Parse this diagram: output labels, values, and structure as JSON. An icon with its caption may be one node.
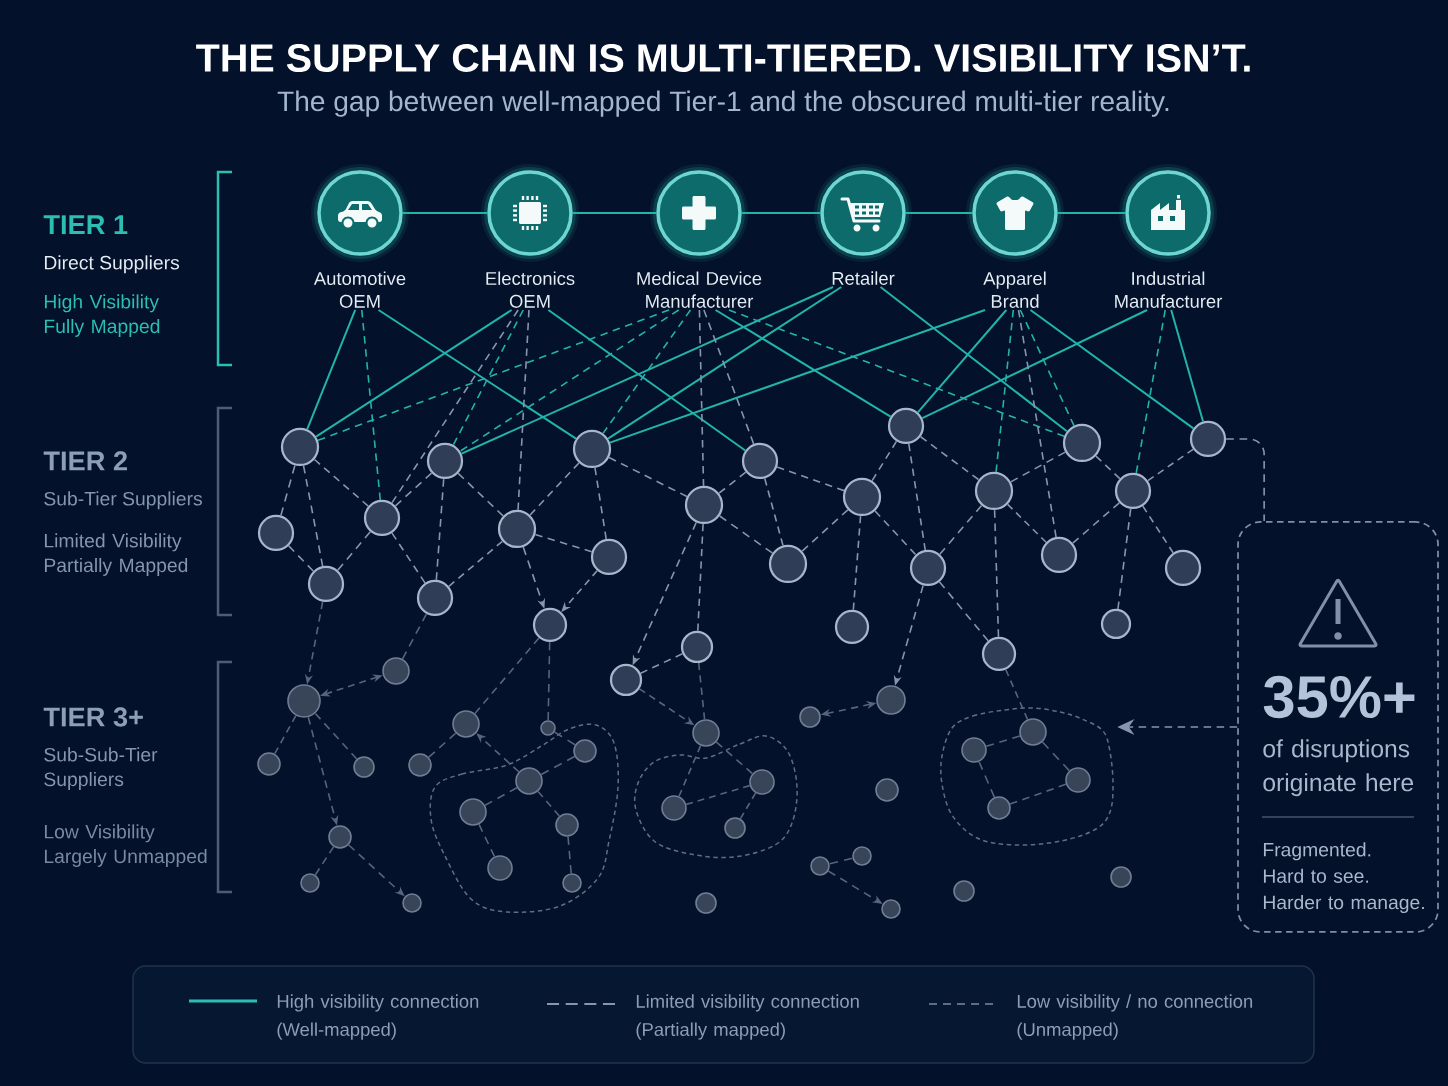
{
  "diagram": {
    "title": "THE SUPPLY CHAIN IS MULTI-TIERED. VISIBILITY ISN’T.",
    "nodes": [
      {
        "text": [
          "Automotive OEM"
        ]
      },
      {
        "text": [
          "Electronics OEM"
        ]
      },
      {
        "text": [
          "Medical Device Manufacturer"
        ]
      },
      {
        "text": [
          "Retailer"
        ]
      },
      {
        "text": [
          "Apparel Brand"
        ]
      },
      {
        "text": [
          "Industrial Manufacturer"
        ]
      },
      {
        "text": [
          "35%+",
          "of disruptions originate here",
          "Fragmented. Hard to see. Harder to manage."
        ]
      },
      {
        "text": [],
        "shape": "blob"
      },
      {
        "text": [],
        "shape": "blob"
      },
      {
        "text": [],
        "shape": "blob"
      },
      {
        "text": [],
        "shape": "circle"
      },
      {
        "text": [],
        "shape": "circle"
      },
      {
        "text": [],
        "shape": "circle"
      },
      {
        "text": [],
        "shape": "circle"
      },
      {
        "text": [],
        "shape": "circle"
      },
      {
        "text": [],
        "shape": "circle"
      },
      {
        "text": [],
        "shape": "circle"
      },
      {
        "text": [],
        "shape": "circle"
      },
      {
        "text": [],
        "shape": "circle"
      },
      {
        "text": [],
        "shape": "circle"
      },
      {
        "text": [],
        "shape": "circle"
      },
      {
        "text": [],
        "shape": "circle"
      },
      {
        "text": [],
        "shape": "circle"
      },
      {
        "text": [],
        "shape": "circle"
      },
      {
        "text": [],
        "shape": "circle"
      },
      {
        "text": [],
        "shape": "circle"
      },
      {
        "text": [],
        "shape": "circle"
      },
      {
        "text": [],
        "shape": "circle"
      },
      {
        "text": [],
        "shape": "circle"
      },
      {
        "text": [],
        "shape": "circle"
      },
      {
        "text": [],
        "shape": "circle"
      },
      {
        "text": [],
        "shape": "circle"
      },
      {
        "text": [],
        "shape": "circle"
      },
      {
        "text": [],
        "shape": "circle"
      },
      {
        "text": [],
        "shape": "circle"
      },
      {
        "text": [],
        "shape": "circle"
      },
      {
        "text": [],
        "shape": "circle"
      },
      {
        "text": [],
        "shape": "circle"
      },
      {
        "text": [],
        "shape": "circle"
      },
      {
        "text": [],
        "shape": "circle"
      },
      {
        "text": [],
        "shape": "circle"
      },
      {
        "text": [],
        "shape": "circle"
      },
      {
        "text": [],
        "shape": "circle"
      },
      {
        "text": [],
        "shape": "circle"
      },
      {
        "text": [],
        "shape": "circle"
      },
      {
        "text": [],
        "shape": "circle"
      },
      {
        "text": [],
        "shape": "circle"
      },
      {
        "text": [],
        "shape": "circle",
        "in": 7
      },
      {
        "text": [],
        "shape": "circle",
        "in": 7
      },
      {
        "text": [],
        "shape": "circle",
        "in": 7
      },
      {
        "text": [],
        "shape": "circle",
        "in": 7
      },
      {
        "text": [],
        "shape": "circle",
        "in": 7
      },
      {
        "text": [],
        "shape": "circle",
        "in": 7
      },
      {
        "text": [],
        "shape": "circle"
      },
      {
        "text": [],
        "shape": "circle",
        "in": 8
      },
      {
        "text": [],
        "shape": "circle",
        "in": 8
      },
      {
        "text": [],
        "shape": "circle",
        "in": 8
      },
      {
        "text": [],
        "shape": "circle"
      },
      {
        "text": [],
        "shape": "circle"
      },
      {
        "text": [],
        "shape": "circle"
      },
      {
        "text": [],
        "shape": "circle"
      },
      {
        "text": [],
        "shape": "circle"
      },
      {
        "text": [],
        "shape": "circle"
      },
      {
        "text": [],
        "shape": "circle"
      },
      {
        "text": [],
        "shape": "circle",
        "in": 9
      },
      {
        "text": [],
        "shape": "circle",
        "in": 9
      },
      {
        "text": [],
        "shape": "circle",
        "in": 9
      },
      {
        "text": [],
        "shape": "circle",
        "in": 9
      },
      {
        "text": [],
        "shape": "circle"
      },
      {
        "text": [],
        "shape": "circle"
      }
    ],
    "edges": [
      {
        "from": 0,
        "to": 1,
        "arrow": "none",
        "color": "#22b3aa"
      },
      {
        "from": 1,
        "to": 2,
        "arrow": "none",
        "color": "#22b3aa"
      },
      {
        "from": 2,
        "to": 3,
        "arrow": "none",
        "color": "#22b3aa"
      },
      {
        "from": 3,
        "to": 4,
        "arrow": "none",
        "color": "#22b3aa"
      },
      {
        "from": 4,
        "to": 5,
        "arrow": "none",
        "color": "#22b3aa"
      },
      {
        "from": 0,
        "to": 10,
        "arrow": "none",
        "color": "#22b3aa"
      },
      {
        "from": 0,
        "to": 12,
        "arrow": "none",
        "color": "#22b3aa"
      },
      {
        "from": 1,
        "to": 10,
        "arrow": "none",
        "color": "#22b3aa"
      },
      {
        "from": 1,
        "to": 13,
        "arrow": "none",
        "color": "#22b3aa"
      },
      {
        "from": 2,
        "to": 14,
        "arrow": "none",
        "color": "#22b3aa"
      },
      {
        "from": 3,
        "to": 11,
        "arrow": "none",
        "color": "#22b3aa"
      },
      {
        "from": 3,
        "to": 12,
        "arrow": "none",
        "color": "#22b3aa"
      },
      {
        "from": 3,
        "to": 15,
        "arrow": "none",
        "color": "#22b3aa"
      },
      {
        "from": 4,
        "to": 12,
        "arrow": "none",
        "color": "#22b3aa"
      },
      {
        "from": 4,
        "to": 14,
        "arrow": "none",
        "color": "#22b3aa"
      },
      {
        "from": 4,
        "to": 16,
        "arrow": "none",
        "color": "#22b3aa"
      },
      {
        "from": 5,
        "to": 14,
        "arrow": "none",
        "color": "#22b3aa"
      },
      {
        "from": 5,
        "to": 16,
        "arrow": "none",
        "color": "#22b3aa"
      },
      {
        "from": 0,
        "to": 18,
        "arrow": "none",
        "style": "dashed",
        "color": "#22b3aa"
      },
      {
        "from": 1,
        "to": 11,
        "arrow": "none",
        "style": "dashed",
        "color": "#22b3aa"
      },
      {
        "from": 2,
        "to": 10,
        "arrow": "none",
        "style": "dashed",
        "color": "#22b3aa"
      },
      {
        "from": 2,
        "to": 11,
        "arrow": "none",
        "style": "dashed",
        "color": "#22b3aa"
      },
      {
        "from": 2,
        "to": 12,
        "arrow": "none",
        "style": "dashed",
        "color": "#22b3aa"
      },
      {
        "from": 2,
        "to": 15,
        "arrow": "none",
        "style": "dashed",
        "color": "#22b3aa"
      },
      {
        "from": 4,
        "to": 15,
        "arrow": "none",
        "style": "dashed",
        "color": "#22b3aa"
      },
      {
        "from": 4,
        "to": 22,
        "arrow": "none",
        "style": "dashed",
        "color": "#22b3aa"
      },
      {
        "from": 5,
        "to": 23,
        "arrow": "none",
        "style": "dashed",
        "color": "#22b3aa"
      },
      {
        "from": 1,
        "to": 19,
        "arrow": "none",
        "style": "dashed"
      },
      {
        "from": 1,
        "to": 18,
        "arrow": "none",
        "style": "dashed"
      },
      {
        "from": 2,
        "to": 20,
        "arrow": "none",
        "style": "dashed"
      },
      {
        "from": 2,
        "to": 13,
        "arrow": "none",
        "style": "dashed"
      },
      {
        "from": 4,
        "to": 29,
        "arrow": "none",
        "style": "dashed"
      },
      {
        "from": 10,
        "to": 17,
        "arrow": "none",
        "style": "dashed"
      },
      {
        "from": 10,
        "to": 24,
        "arrow": "none",
        "style": "dashed"
      },
      {
        "from": 10,
        "to": 18,
        "arrow": "none",
        "style": "dashed"
      },
      {
        "from": 17,
        "to": 24,
        "arrow": "none",
        "style": "dashed"
      },
      {
        "from": 18,
        "to": 24,
        "arrow": "none",
        "style": "dashed"
      },
      {
        "from": 18,
        "to": 11,
        "arrow": "none",
        "style": "dashed"
      },
      {
        "from": 11,
        "to": 25,
        "arrow": "none",
        "style": "dashed"
      },
      {
        "from": 18,
        "to": 25,
        "arrow": "none",
        "style": "dashed"
      },
      {
        "from": 11,
        "to": 19,
        "arrow": "none",
        "style": "dashed"
      },
      {
        "from": 19,
        "to": 25,
        "arrow": "none",
        "style": "dashed"
      },
      {
        "from": 19,
        "to": 12,
        "arrow": "none",
        "style": "dashed"
      },
      {
        "from": 19,
        "to": 26,
        "arrow": "none",
        "style": "dashed"
      },
      {
        "from": 12,
        "to": 26,
        "arrow": "none",
        "style": "dashed"
      },
      {
        "from": 12,
        "to": 20,
        "arrow": "none",
        "style": "dashed"
      },
      {
        "from": 19,
        "to": 31,
        "arrow": "to",
        "style": "dashed"
      },
      {
        "from": 26,
        "to": 31,
        "arrow": "to",
        "style": "dashed"
      },
      {
        "from": 20,
        "to": 36,
        "arrow": "to",
        "style": "dashed"
      },
      {
        "from": 20,
        "to": 33,
        "arrow": "none",
        "style": "dashed"
      },
      {
        "from": 33,
        "to": 36,
        "arrow": "none",
        "style": "dashed"
      },
      {
        "from": 13,
        "to": 20,
        "arrow": "none",
        "style": "dashed"
      },
      {
        "from": 13,
        "to": 27,
        "arrow": "none",
        "style": "dashed"
      },
      {
        "from": 13,
        "to": 21,
        "arrow": "none",
        "style": "dashed"
      },
      {
        "from": 14,
        "to": 21,
        "arrow": "none",
        "style": "dashed"
      },
      {
        "from": 14,
        "to": 22,
        "arrow": "none",
        "style": "dashed"
      },
      {
        "from": 14,
        "to": 28,
        "arrow": "none",
        "style": "dashed"
      },
      {
        "from": 21,
        "to": 27,
        "arrow": "none",
        "style": "dashed"
      },
      {
        "from": 21,
        "to": 32,
        "arrow": "none",
        "style": "dashed"
      },
      {
        "from": 21,
        "to": 28,
        "arrow": "none",
        "style": "dashed"
      },
      {
        "from": 22,
        "to": 28,
        "arrow": "none",
        "style": "dashed"
      },
      {
        "from": 22,
        "to": 15,
        "arrow": "none",
        "style": "dashed"
      },
      {
        "from": 22,
        "to": 34,
        "arrow": "none",
        "style": "dashed"
      },
      {
        "from": 22,
        "to": 29,
        "arrow": "none",
        "style": "dashed"
      },
      {
        "from": 28,
        "to": 34,
        "arrow": "none",
        "style": "dashed"
      },
      {
        "from": 28,
        "to": 58,
        "arrow": "to",
        "style": "dashed"
      },
      {
        "from": 15,
        "to": 23,
        "arrow": "none",
        "style": "dashed"
      },
      {
        "from": 23,
        "to": 16,
        "arrow": "none",
        "style": "dashed"
      },
      {
        "from": 23,
        "to": 29,
        "arrow": "none",
        "style": "dashed"
      },
      {
        "from": 23,
        "to": 30,
        "arrow": "none",
        "style": "dashed"
      },
      {
        "from": 23,
        "to": 35,
        "arrow": "none",
        "style": "dashed"
      },
      {
        "from": 20,
        "to": 27,
        "arrow": "none",
        "style": "dashed"
      },
      {
        "from": 24,
        "to": 38,
        "arrow": "to",
        "style": "dashed",
        "color": "#56657c"
      },
      {
        "from": 37,
        "to": 38,
        "arrow": "both",
        "style": "dashed",
        "color": "#56657c"
      },
      {
        "from": 25,
        "to": 37,
        "arrow": "none",
        "style": "dashed",
        "color": "#56657c"
      },
      {
        "from": 38,
        "to": 39,
        "arrow": "none",
        "style": "dashed",
        "color": "#56657c"
      },
      {
        "from": 38,
        "to": 40,
        "arrow": "none",
        "style": "dashed",
        "color": "#56657c"
      },
      {
        "from": 38,
        "to": 42,
        "arrow": "to",
        "style": "dashed",
        "color": "#56657c"
      },
      {
        "from": 42,
        "to": 43,
        "arrow": "none",
        "style": "dashed",
        "color": "#56657c"
      },
      {
        "from": 42,
        "to": 44,
        "arrow": "to",
        "style": "dashed",
        "color": "#56657c"
      },
      {
        "from": 41,
        "to": 45,
        "arrow": "none",
        "style": "dashed",
        "color": "#56657c"
      },
      {
        "from": 31,
        "to": 45,
        "arrow": "none",
        "style": "dashed",
        "color": "#56657c"
      },
      {
        "from": 31,
        "to": 46,
        "arrow": "none",
        "style": "dashed",
        "color": "#56657c"
      },
      {
        "from": 48,
        "to": 45,
        "arrow": "to",
        "style": "dashed",
        "color": "#56657c"
      },
      {
        "from": 48,
        "to": 47,
        "arrow": "none",
        "style": "dashed",
        "color": "#56657c"
      },
      {
        "from": 46,
        "to": 47,
        "arrow": "none",
        "style": "dashed",
        "color": "#56657c"
      },
      {
        "from": 48,
        "to": 50,
        "arrow": "none",
        "style": "dashed",
        "color": "#56657c"
      },
      {
        "from": 48,
        "to": 49,
        "arrow": "none",
        "style": "dashed",
        "color": "#56657c"
      },
      {
        "from": 49,
        "to": 51,
        "arrow": "none",
        "style": "dashed",
        "color": "#56657c"
      },
      {
        "from": 50,
        "to": 52,
        "arrow": "none",
        "style": "dashed",
        "color": "#56657c"
      },
      {
        "from": 36,
        "to": 53,
        "arrow": "to",
        "style": "dashed",
        "color": "#56657c"
      },
      {
        "from": 33,
        "to": 53,
        "arrow": "none",
        "style": "dashed",
        "color": "#56657c"
      },
      {
        "from": 53,
        "to": 55,
        "arrow": "none",
        "style": "dashed",
        "color": "#56657c"
      },
      {
        "from": 53,
        "to": 54,
        "arrow": "none",
        "style": "dashed",
        "color": "#56657c"
      },
      {
        "from": 55,
        "to": 54,
        "arrow": "none",
        "style": "dashed",
        "color": "#56657c"
      },
      {
        "from": 54,
        "to": 56,
        "arrow": "none",
        "style": "dashed",
        "color": "#56657c"
      },
      {
        "from": 57,
        "to": 58,
        "arrow": "both",
        "style": "dashed",
        "color": "#56657c"
      },
      {
        "from": 60,
        "to": 61,
        "arrow": "none",
        "style": "dashed",
        "color": "#56657c"
      },
      {
        "from": 61,
        "to": 62,
        "arrow": "to",
        "style": "dashed",
        "color": "#56657c"
      },
      {
        "from": 65,
        "to": 64,
        "arrow": "none",
        "style": "dashed",
        "color": "#56657c"
      },
      {
        "from": 65,
        "to": 66,
        "arrow": "none",
        "style": "dashed",
        "color": "#56657c"
      },
      {
        "from": 64,
        "to": 67,
        "arrow": "none",
        "style": "dashed",
        "color": "#56657c"
      },
      {
        "from": 67,
        "to": 66,
        "arrow": "none",
        "style": "dashed",
        "color": "#56657c"
      },
      {
        "from": 34,
        "to": 65,
        "arrow": "none",
        "style": "dashed",
        "color": "#56657c"
      },
      {
        "from": 16,
        "to": 6,
        "arrow": "none",
        "style": "dashed"
      },
      {
        "from": 6,
        "to": 9,
        "arrow": "to",
        "style": "dashed"
      }
    ],
    "labels": [
      "The gap between well-mapped Tier-1 and the obscured multi-tier reality.",
      "TIER 1",
      "Direct Suppliers",
      "High Visibility Fully Mapped",
      "TIER 2",
      "Sub-Tier Suppliers",
      "Limited Visibility Partially Mapped",
      "TIER 3+",
      "Sub-Sub-Tier Suppliers",
      "Low Visibility Largely Unmapped"
    ],
    "legend": [
      {
        "text": "High visibility connection (Well-mapped)"
      },
      {
        "text": "Limited visibility connection (Partially mapped)"
      },
      {
        "text": "Low visibility / no connection (Unmapped)"
      }
    ]
  }
}
